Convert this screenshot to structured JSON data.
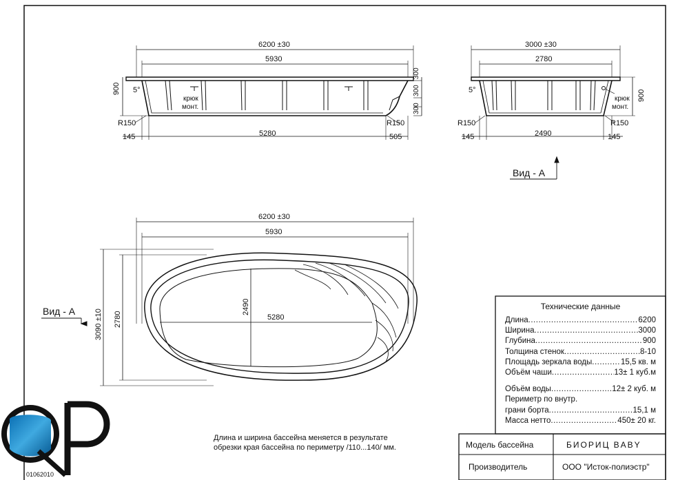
{
  "side_view": {
    "overall_length": "6200",
    "overall_tol": "30",
    "inner_length": "5930",
    "bottom_length": "5280",
    "left_offset": "145",
    "right_offset": "505",
    "height": "900",
    "step1": "300",
    "step2": "300",
    "step3": "300",
    "angle": "5°",
    "radius_left": "R150",
    "radius_right": "R150",
    "hook_label_1": "крюк",
    "hook_label_2": "монт."
  },
  "end_view": {
    "overall_width": "3000",
    "overall_tol": "30",
    "inner_width": "2780",
    "bottom_width": "2490",
    "left_offset": "145",
    "right_offset": "145",
    "height": "900",
    "angle": "5°",
    "radius_left": "R150",
    "radius_right": "R150",
    "hook_label_1": "крюк",
    "hook_label_2": "монт."
  },
  "view_a_label": "Вид - А",
  "plan_view": {
    "overall_length": "6200",
    "overall_tol": "30",
    "inner_length": "5930",
    "bottom_length": "5280",
    "bottom_width": "2490",
    "inner_width": "2780",
    "overall_width": "3090",
    "overall_width_tol": "10",
    "view_label": "Вид - А"
  },
  "note": {
    "line1": "Длина и ширина  бассейна меняется в результате",
    "line2": "обрезки края бассейна по периметру /110...140/ мм."
  },
  "specs": {
    "title": "Технические данные",
    "rows": [
      {
        "label": "Длина",
        "value": "6200"
      },
      {
        "label": "Ширина",
        "value": "3000"
      },
      {
        "label": "Глубина",
        "value": "900"
      },
      {
        "label": "Толщина стенок",
        "value": "8-10"
      },
      {
        "label": "Площадь зеркала воды",
        "value": "15,5 кв. м"
      },
      {
        "label": "Объём чаши",
        "value": "13± 1 куб.м"
      },
      {
        "label": "Объём воды",
        "value": "12± 2 куб. м"
      },
      {
        "label": "Периметр по внутр.",
        "value": ""
      },
      {
        "label": "грани борта",
        "value": "15,1 м"
      },
      {
        "label": "Масса нетто",
        "value": "450± 20 кг."
      }
    ]
  },
  "title_block": {
    "model_label": "Модель бассейна",
    "model_value": "БИОРИЦ BABY",
    "maker_label": "Производитель",
    "maker_value": "ООО \"Исток-полиэстр\""
  },
  "logo": {
    "letters": "QP",
    "code": "01062010"
  }
}
